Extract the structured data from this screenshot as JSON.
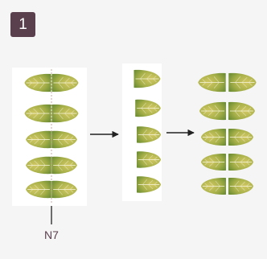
{
  "step_badge": {
    "label": "1",
    "color": "#5a3f4c"
  },
  "pointer": {
    "label": "N7"
  },
  "panels": [
    {
      "name": "full-leaf-stack",
      "leaf_count": 5,
      "halves": "both",
      "center_line": true
    },
    {
      "name": "half-leaf-stack",
      "leaf_count": 5,
      "halves": "right"
    },
    {
      "name": "mirrored-leaf-stack",
      "leaf_count": 5,
      "halves": "both"
    }
  ],
  "colors": {
    "background": "#f5f5f6",
    "panel": "#ffffff",
    "leaf_light": "#c7c05a",
    "leaf_dark": "#7c9a38",
    "vein": "#f4f1d6",
    "arrow": "#222222"
  }
}
